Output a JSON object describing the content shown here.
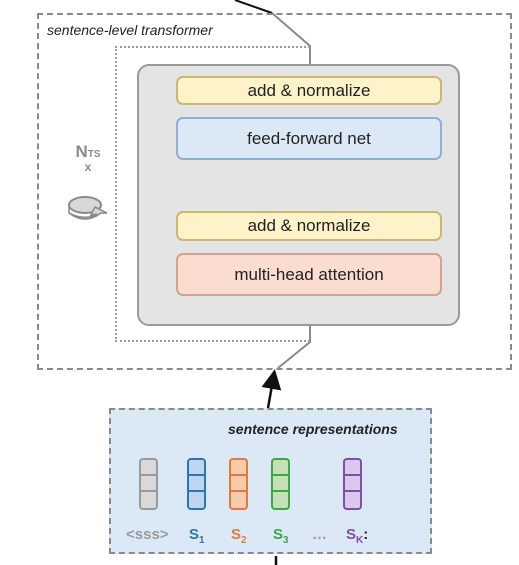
{
  "outer_label": "sentence-level transformer",
  "blocks": {
    "add_norm_top": "add & normalize",
    "ffn": "feed-forward net",
    "add_norm_bottom": "add & normalize",
    "mha": "multi-head attention"
  },
  "repeat": {
    "n": "N",
    "sub": "TS",
    "x": "x"
  },
  "repr_label": "sentence representations",
  "tokens": [
    {
      "main": "<sss>",
      "sub": "",
      "color": "#9a9a9a"
    },
    {
      "main": "S",
      "sub": "1",
      "color": "#2e75b6"
    },
    {
      "main": "S",
      "sub": "2",
      "color": "#e07b39"
    },
    {
      "main": "S",
      "sub": "3",
      "color": "#3aa846"
    },
    {
      "main": "…",
      "sub": "",
      "color": "#9a9a9a"
    },
    {
      "main": "S",
      "sub": "K",
      "color": "#7e4fa8"
    }
  ],
  "colors": {
    "grey_vec": "#d9d9d9",
    "blue_vec": "#bdd7ee",
    "orange_vec": "#f8cbad",
    "green_vec": "#c5e0b4",
    "purple_vec": "#dcc8ec"
  }
}
